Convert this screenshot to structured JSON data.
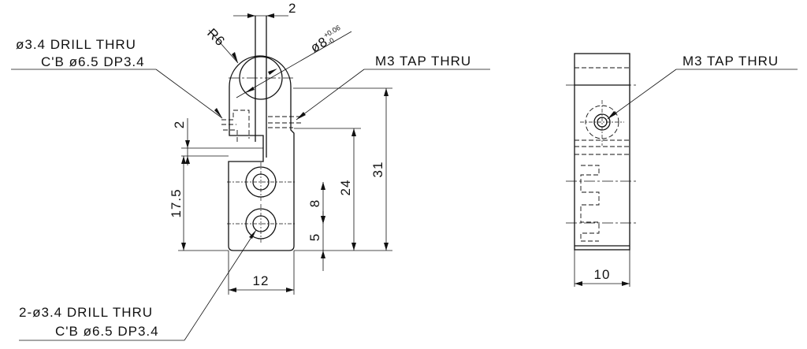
{
  "front_view": {
    "callout_top_line1": "ø3.4 DRILL THRU",
    "callout_top_line2": "C'B ø6.5 DP3.4",
    "callout_tap": "M3 TAP THRU",
    "callout_bottom_line1": "2-ø3.4 DRILL THRU",
    "callout_bottom_line2": "C'B ø6.5 DP3.4",
    "dim_slot": "2",
    "dim_radius": "R6",
    "dim_bore": "ø8",
    "dim_bore_tol_upper": "+0.06",
    "dim_bore_tol_lower": "-0",
    "dim_gap": "2",
    "dim_hole_height": "17.5",
    "dim_height_24": "24",
    "dim_height_31": "31",
    "dim_spacing_8": "8",
    "dim_offset_5": "5",
    "dim_width_12": "12"
  },
  "side_view": {
    "callout_tap": "M3 TAP THRU",
    "dim_width_10": "10"
  }
}
